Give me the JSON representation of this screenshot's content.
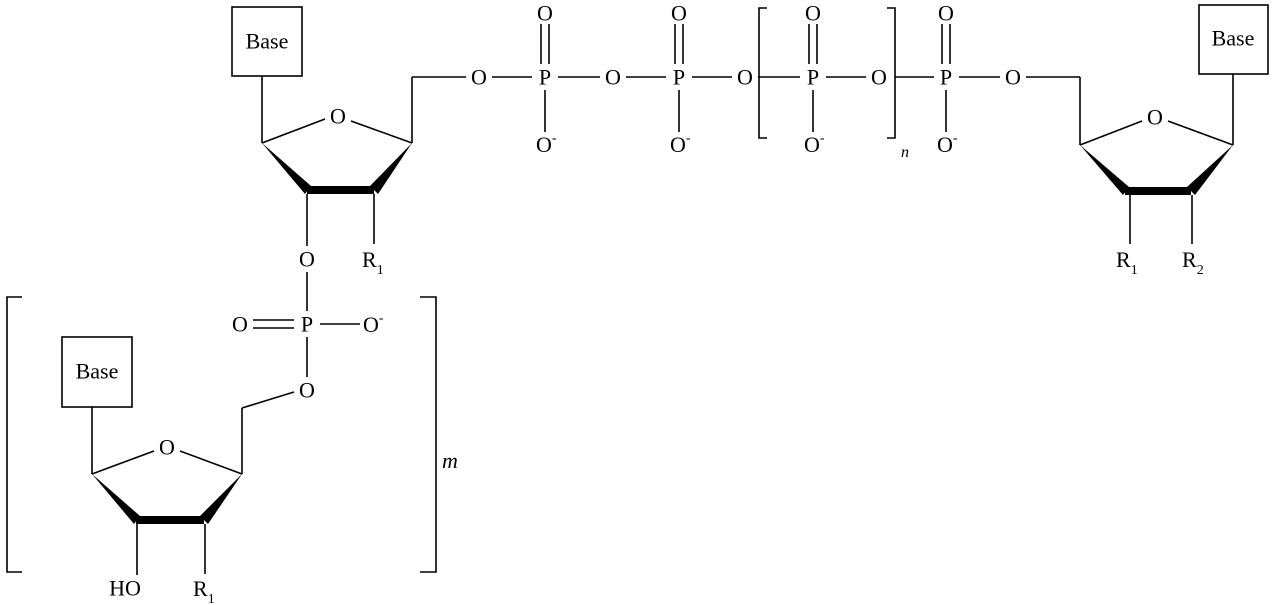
{
  "labels": {
    "base": "Base",
    "oxygen": "O",
    "phosphorus": "P",
    "hydroxyl": "HO",
    "r": "R",
    "r1_index": "1",
    "r2_index": "2",
    "negative_charge": "-"
  },
  "repeat_subscripts": {
    "phosphate_repeat": "n",
    "nucleotide_repeat": "m"
  }
}
